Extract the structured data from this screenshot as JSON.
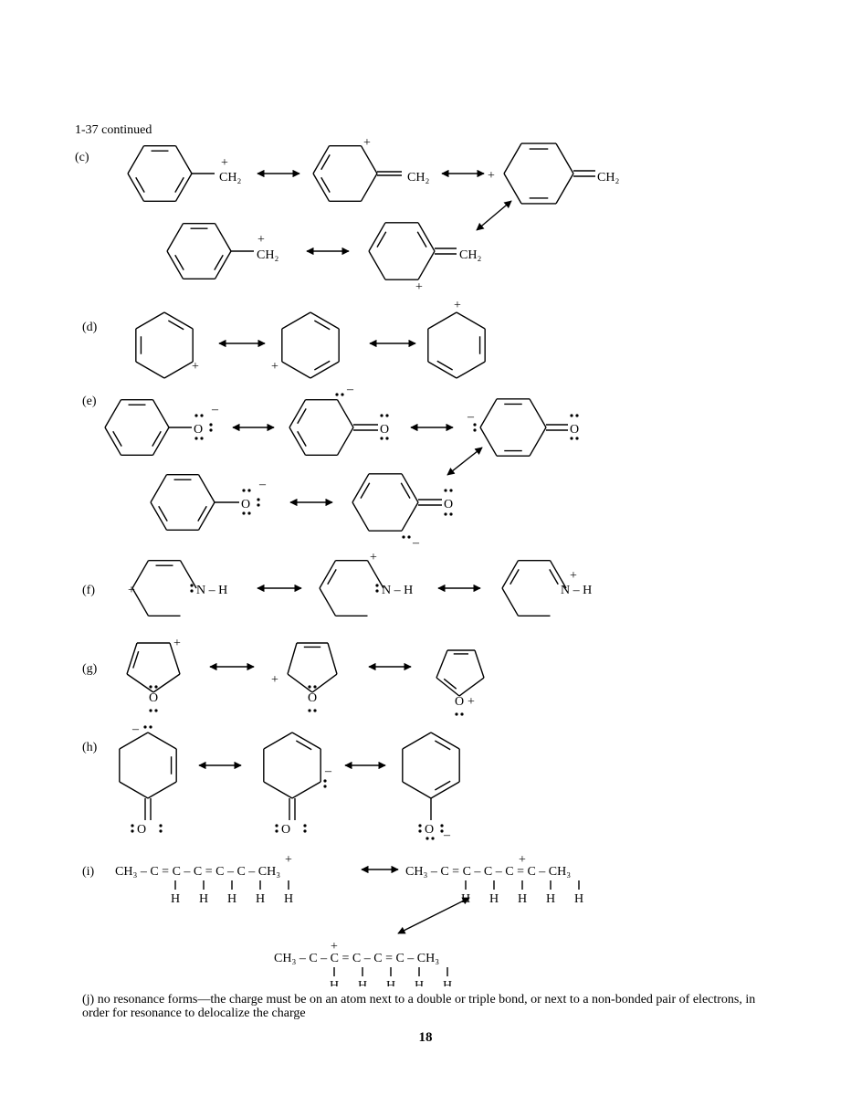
{
  "header": "1-37 continued",
  "labels": {
    "c": "(c)",
    "d": "(d)",
    "e": "(e)",
    "f": "(f)",
    "g": "(g)",
    "h": "(h)",
    "i": "(i)"
  },
  "chem": {
    "plus": "+",
    "minus": "–",
    "ch2": "CH₂",
    "ch3": "CH₃",
    "o": "O",
    "n_h": "N – H",
    "n": "N",
    "h": "H",
    "c": "C",
    "i_chain1": "CH₃ – C = C – C = C – C – CH₃",
    "i_chain2": "CH₃ – C = C – C – C = C – CH₃",
    "i_chain3": "CH₃ – C – C = C – C = C – CH₃"
  },
  "note_j": "(j) no resonance forms—the charge must be on an atom next to a double or triple bond, or next to a non-bonded pair of electrons, in order for resonance to delocalize the charge",
  "page_number": "18"
}
